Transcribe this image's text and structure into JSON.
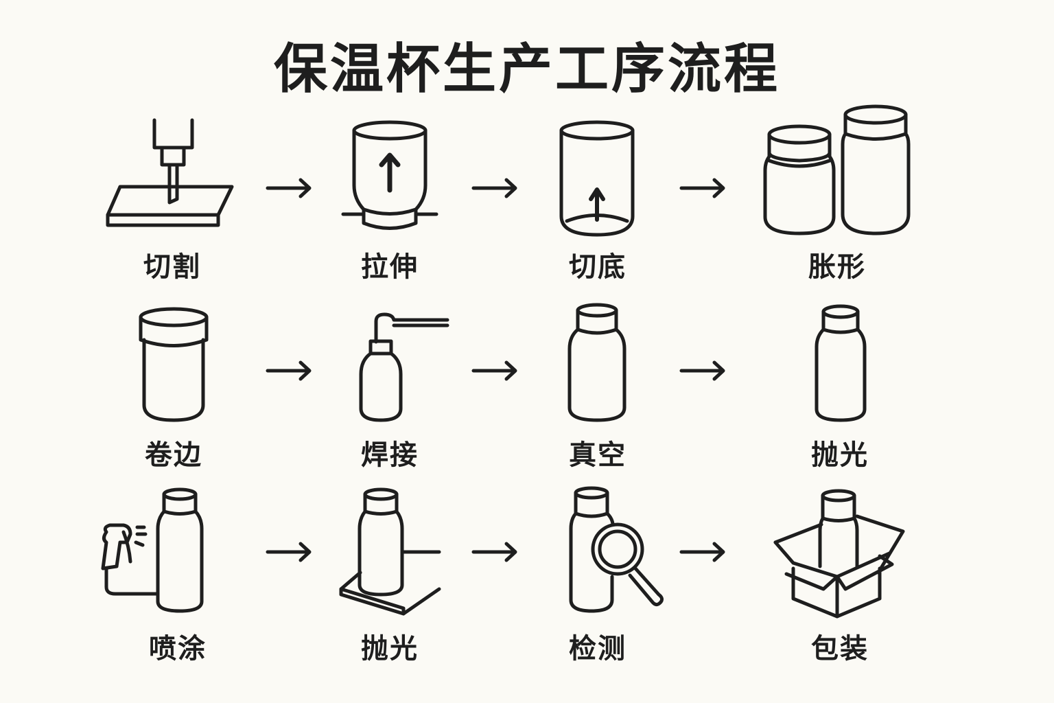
{
  "title": "保温杯生产工序流程",
  "colors": {
    "background": "#fbfaf5",
    "ink": "#1e1e1e"
  },
  "arrow_glyph": "→",
  "steps": [
    {
      "label": "切割",
      "icon": "cutting-tool-icon"
    },
    {
      "label": "拉伸",
      "icon": "stretch-cup-icon"
    },
    {
      "label": "切底",
      "icon": "cut-bottom-cup-icon"
    },
    {
      "label": "胀形",
      "icon": "bulge-forming-jars-icon"
    },
    {
      "label": "卷边",
      "icon": "curling-cup-icon"
    },
    {
      "label": "焊接",
      "icon": "welding-bottle-icon"
    },
    {
      "label": "真空",
      "icon": "vacuum-bottle-icon"
    },
    {
      "label": "抛光",
      "icon": "polished-bottle-icon"
    },
    {
      "label": "喷涂",
      "icon": "spray-gun-bottle-icon"
    },
    {
      "label": "抛光",
      "icon": "polishing-platform-bottle-icon"
    },
    {
      "label": "检测",
      "icon": "inspection-magnifier-icon"
    },
    {
      "label": "包装",
      "icon": "packaging-box-icon"
    }
  ]
}
